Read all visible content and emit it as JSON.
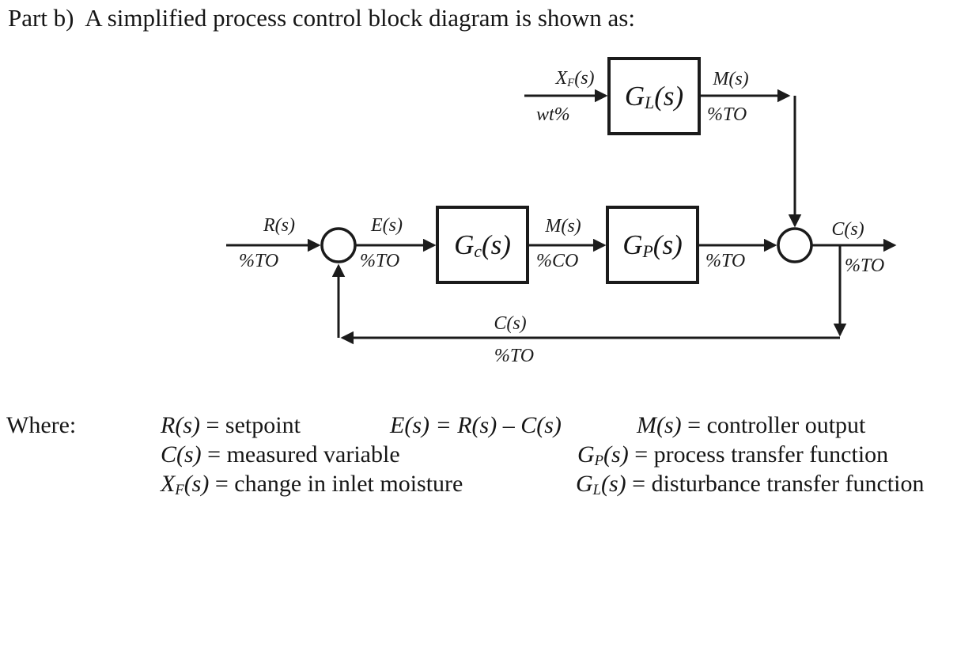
{
  "title": "Part b)  A simplified process control block diagram is shown as:",
  "diagram": {
    "disturbance": {
      "input_base": "X",
      "input_sub": "F",
      "input_suffix": "(s)",
      "input_unit": "wt%",
      "block_base": "G",
      "block_sub": "L",
      "block_suffix": "(s)",
      "output_signal": "M(s)",
      "output_unit": "%TO"
    },
    "setpoint": {
      "signal": "R(s)",
      "unit": "%TO"
    },
    "error": {
      "signal": "E(s)",
      "unit": "%TO"
    },
    "controller": {
      "block_base": "G",
      "block_sub": "c",
      "block_suffix": "(s)",
      "output_signal": "M(s)",
      "output_unit": "%CO"
    },
    "process": {
      "block_base": "G",
      "block_sub": "P",
      "block_suffix": "(s)",
      "output_unit": "%TO"
    },
    "output": {
      "signal": "C(s)",
      "unit": "%TO"
    },
    "feedback": {
      "signal": "C(s)",
      "unit": "%TO"
    }
  },
  "where": {
    "label": "Where:",
    "defs": {
      "r": {
        "sym": "R(s)",
        "rest": " = setpoint"
      },
      "e": {
        "sym": "E(s)",
        "rest": " = R(s) – C(s)"
      },
      "m": {
        "sym": "M(s)",
        "rest": " = controller output"
      },
      "c": {
        "sym": "C(s)",
        "rest": " = measured variable"
      },
      "gp": {
        "base": "G",
        "sub": "P",
        "suffix": "(s)",
        "rest": " = process transfer function"
      },
      "xf": {
        "base": "X",
        "sub": "F",
        "suffix": "(s)",
        "rest": " = change in inlet moisture"
      },
      "gl": {
        "base": "G",
        "sub": "L",
        "suffix": "(s)",
        "rest": " = disturbance transfer function"
      }
    }
  }
}
